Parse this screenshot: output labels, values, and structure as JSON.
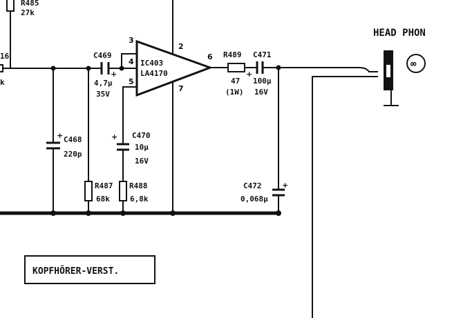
{
  "title": "KOPFHÖRER-VERST.",
  "headphone_label": "HEAD PHON",
  "headphone_symbol": "∞",
  "ic": {
    "ref": "IC403",
    "part": "LA4170",
    "pins": [
      "3",
      "4",
      "5",
      "2",
      "6",
      "7"
    ]
  },
  "components": {
    "r485": {
      "ref": "R485",
      "value": "27k"
    },
    "r486": {
      "ref": "16",
      "value": "k"
    },
    "c469": {
      "ref": "C469",
      "value": "4,7μ",
      "voltage": "35V"
    },
    "c468": {
      "ref": "C468",
      "value": "220p"
    },
    "c470": {
      "ref": "C470",
      "value": "10μ",
      "voltage": "16V"
    },
    "r487": {
      "ref": "R487",
      "value": "68k"
    },
    "r488": {
      "ref": "R488",
      "value": "6,8k"
    },
    "r489": {
      "ref": "R489",
      "value": "47",
      "power": "(1W)"
    },
    "c471": {
      "ref": "C471",
      "value": "100μ",
      "voltage": "16V"
    },
    "c472": {
      "ref": "C472",
      "value": "0,068μ"
    }
  },
  "polarity": "+"
}
